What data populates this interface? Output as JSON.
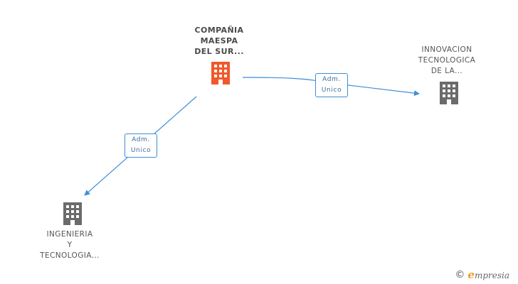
{
  "nodes": {
    "main": {
      "line1": "COMPAÑIA",
      "line2": "MAESPA",
      "line3": "DEL SUR...",
      "color": "#f0592a"
    },
    "right": {
      "line1": "INNOVACION",
      "line2": "TECNOLOGICA",
      "line3": "DE LA...",
      "color": "#6b6b6b"
    },
    "left": {
      "line1": "INGENIERIA",
      "line2": "Y",
      "line3": "TECNOLOGIA...",
      "color": "#6b6b6b"
    }
  },
  "edges": {
    "to_right": {
      "role_line1": "Adm.",
      "role_line2": "Unico"
    },
    "to_left": {
      "role_line1": "Adm.",
      "role_line2": "Unico"
    }
  },
  "watermark": {
    "copyright": "©",
    "brand_initial": "e",
    "brand_rest": "mpresia"
  },
  "colors": {
    "edge": "#3d8ed6"
  }
}
